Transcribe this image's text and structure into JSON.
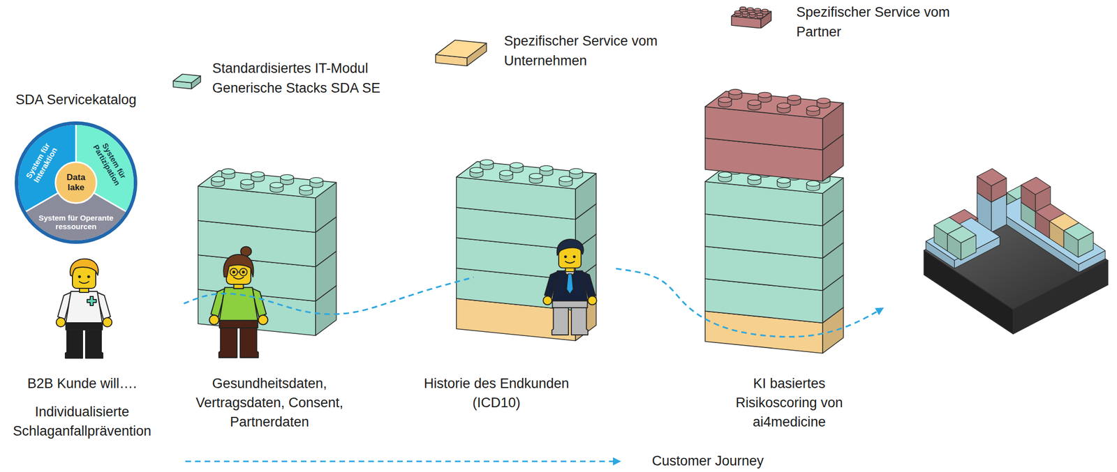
{
  "diagram": {
    "nodes": [
      {
        "text": [
          "SDA Servicekatalog"
        ]
      },
      {
        "text": [
          "System für Interaktion"
        ],
        "in": 0
      },
      {
        "text": [
          "Data lake"
        ],
        "in": 0
      },
      {
        "text": [
          "System für Partizipation"
        ],
        "in": 0
      },
      {
        "text": [
          "System für Operante ressourcen"
        ],
        "in": 0
      }
    ],
    "labels": [
      "B2B Kunde will….",
      "Individualisierte Schlaganfallprävention",
      "Gesundheitsdaten, Vertragsdaten, Consent, Partnerdaten",
      "Historie des Endkunden (ICD10)",
      "KI basiertes Risikoscoring von ai4medicine"
    ],
    "legend": [
      {
        "text": "Standardisiertes IT-Modul Generische Stacks SDA SE",
        "color": "#a8dccb"
      },
      {
        "text": "Spezifischer Service vom Unternehmen",
        "color": "#f6d08e"
      },
      {
        "text": "Spezifischer Service vom Partner",
        "color": "#b97b7b"
      },
      {
        "text": "Customer Journey"
      }
    ]
  }
}
